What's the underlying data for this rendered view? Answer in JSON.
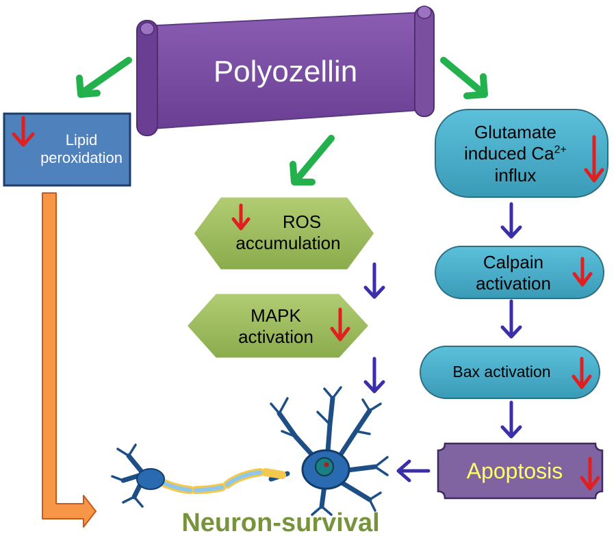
{
  "title": "Polyozellin",
  "lipid": {
    "line1": "Lipid",
    "line2": "peroxidation"
  },
  "ros": {
    "line1": "ROS",
    "line2": "accumulation"
  },
  "mapk": {
    "line1": "MAPK",
    "line2": "activation"
  },
  "glutamate": {
    "line1": "Glutamate",
    "line2_main": "induced Ca",
    "line2_sup": "2+",
    "line3": "influx"
  },
  "calpain": {
    "line1": "Calpain",
    "line2": "activation"
  },
  "bax": {
    "label": "Bax activation"
  },
  "apoptosis": {
    "label": "Apoptosis"
  },
  "outcome": {
    "label": "Neuron-survival"
  },
  "colors": {
    "scroll_purple": "#7b4fa0",
    "lipid_blue": "#4f81bd",
    "hexagon_green": "#9bbb59",
    "rounded_cyan": "#4bacc6",
    "apoptosis_purple": "#8064a2",
    "apoptosis_text": "#ffff66",
    "survival_green": "#77933c",
    "arrow_green": "#22b14c",
    "arrow_navy": "#3a2fa8",
    "arrow_orange": "#f79646",
    "decrease_red": "#e02020",
    "neuron_blue": "#2a6ab0"
  },
  "icons": [
    "decrease-arrow-icon",
    "neuron-icon"
  ]
}
